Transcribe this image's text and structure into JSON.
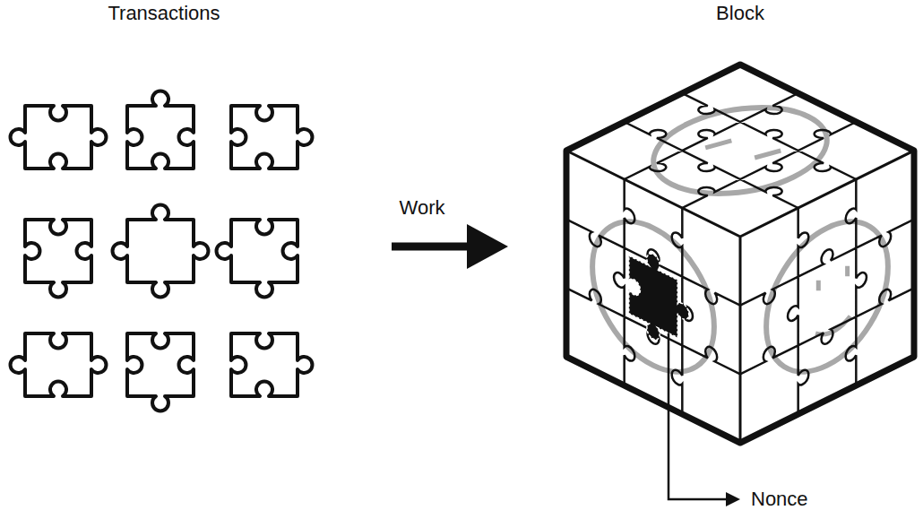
{
  "diagram": {
    "nodes": [
      {
        "text": [
          "Transactions"
        ]
      },
      {
        "text": [
          "Block"
        ]
      }
    ],
    "edges": [
      {
        "from": 0,
        "to": 1,
        "arrow": "to",
        "label": "Work"
      }
    ],
    "labels": [
      "Nonce"
    ]
  }
}
